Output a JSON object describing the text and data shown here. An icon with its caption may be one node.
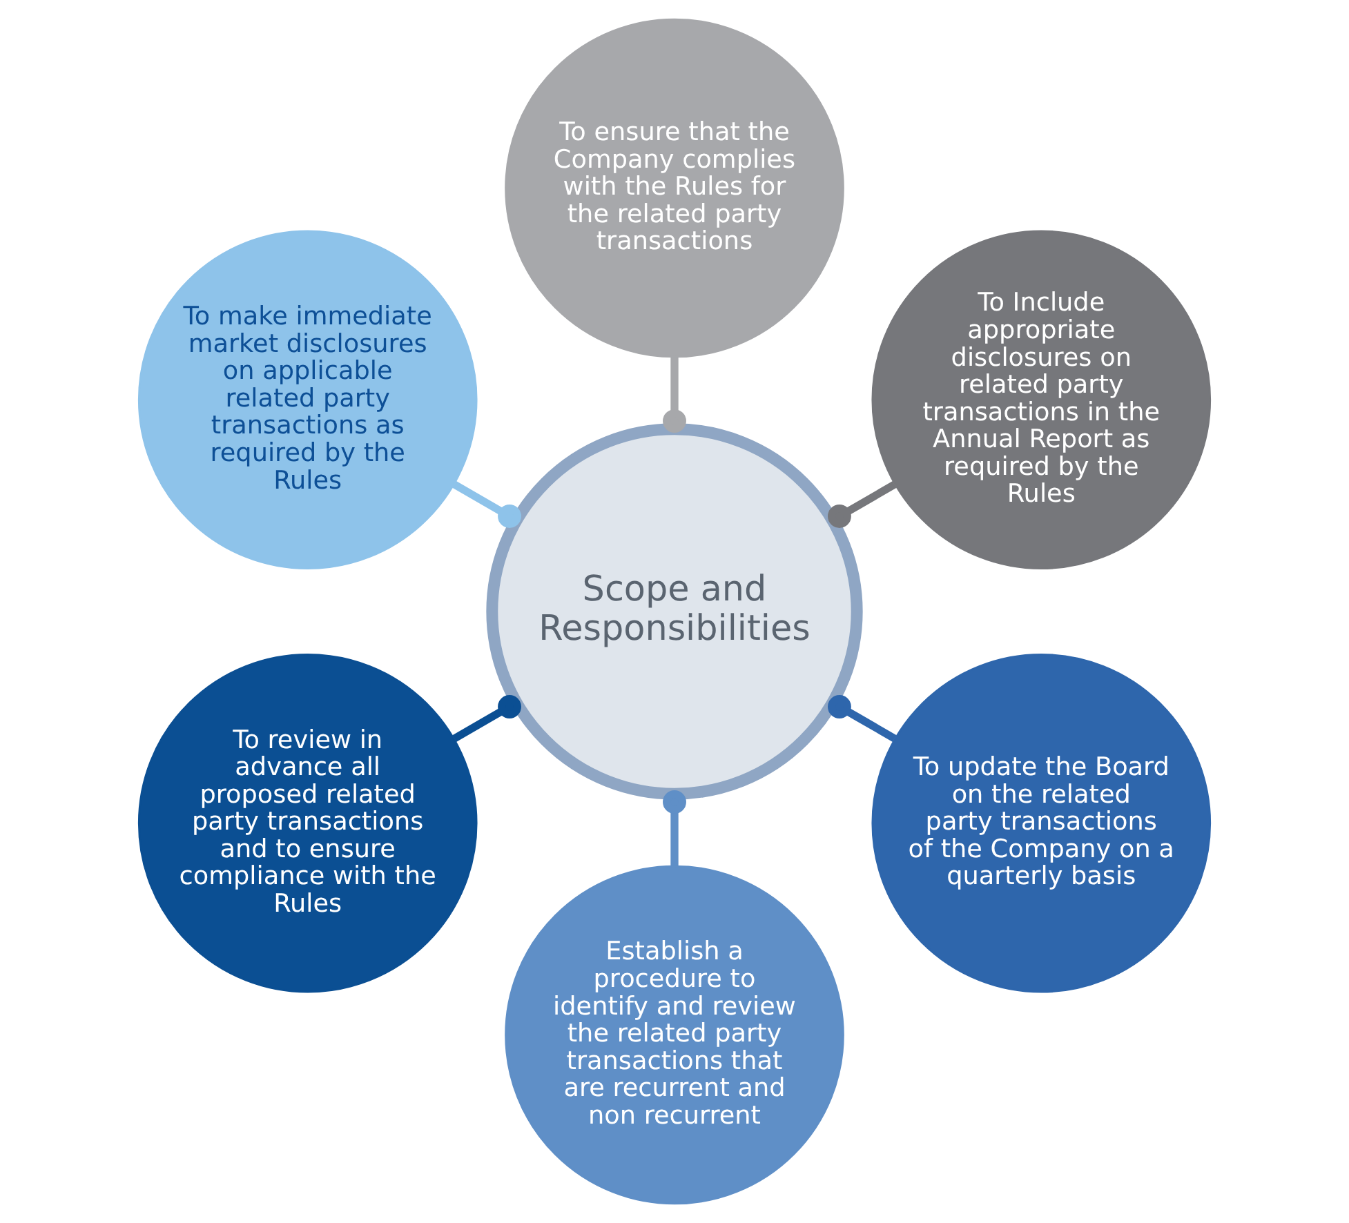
{
  "diagram": {
    "nodes": [
      {
        "text": [
          "Scope and Responsibilities"
        ]
      },
      {
        "text": [
          "To Include appropriate disclosures on related party transactions in the Annual Report as required by the Rules"
        ]
      },
      {
        "text": [
          "To ensure that the Company complies with the Rules for the related party transactions"
        ]
      },
      {
        "text": [
          "To make immediate market disclosures on applicable related party transactions as required by the Rules"
        ]
      },
      {
        "text": [
          "To review in advance all proposed related party transactions and to ensure compliance with the Rules"
        ]
      },
      {
        "text": [
          "Establish a procedure to identify and review the related party transactions that are recurrent and non recurrent"
        ]
      },
      {
        "text": [
          "To update the Board on the related party transactions of the Company on a quarterly basis"
        ]
      }
    ],
    "edges": [
      {
        "from": 0,
        "to": 1,
        "arrow": "other",
        "color": "#76777b"
      },
      {
        "from": 0,
        "to": 2,
        "arrow": "other",
        "color": "#a7a8ab"
      },
      {
        "from": 0,
        "to": 3,
        "arrow": "other",
        "color": "#8ec3ea"
      },
      {
        "from": 0,
        "to": 4,
        "arrow": "other",
        "color": "#0b4f93"
      },
      {
        "from": 0,
        "to": 5,
        "arrow": "other",
        "color": "#5f8fc7"
      },
      {
        "from": 0,
        "to": 6,
        "arrow": "other",
        "color": "#2e66ac"
      }
    ]
  }
}
